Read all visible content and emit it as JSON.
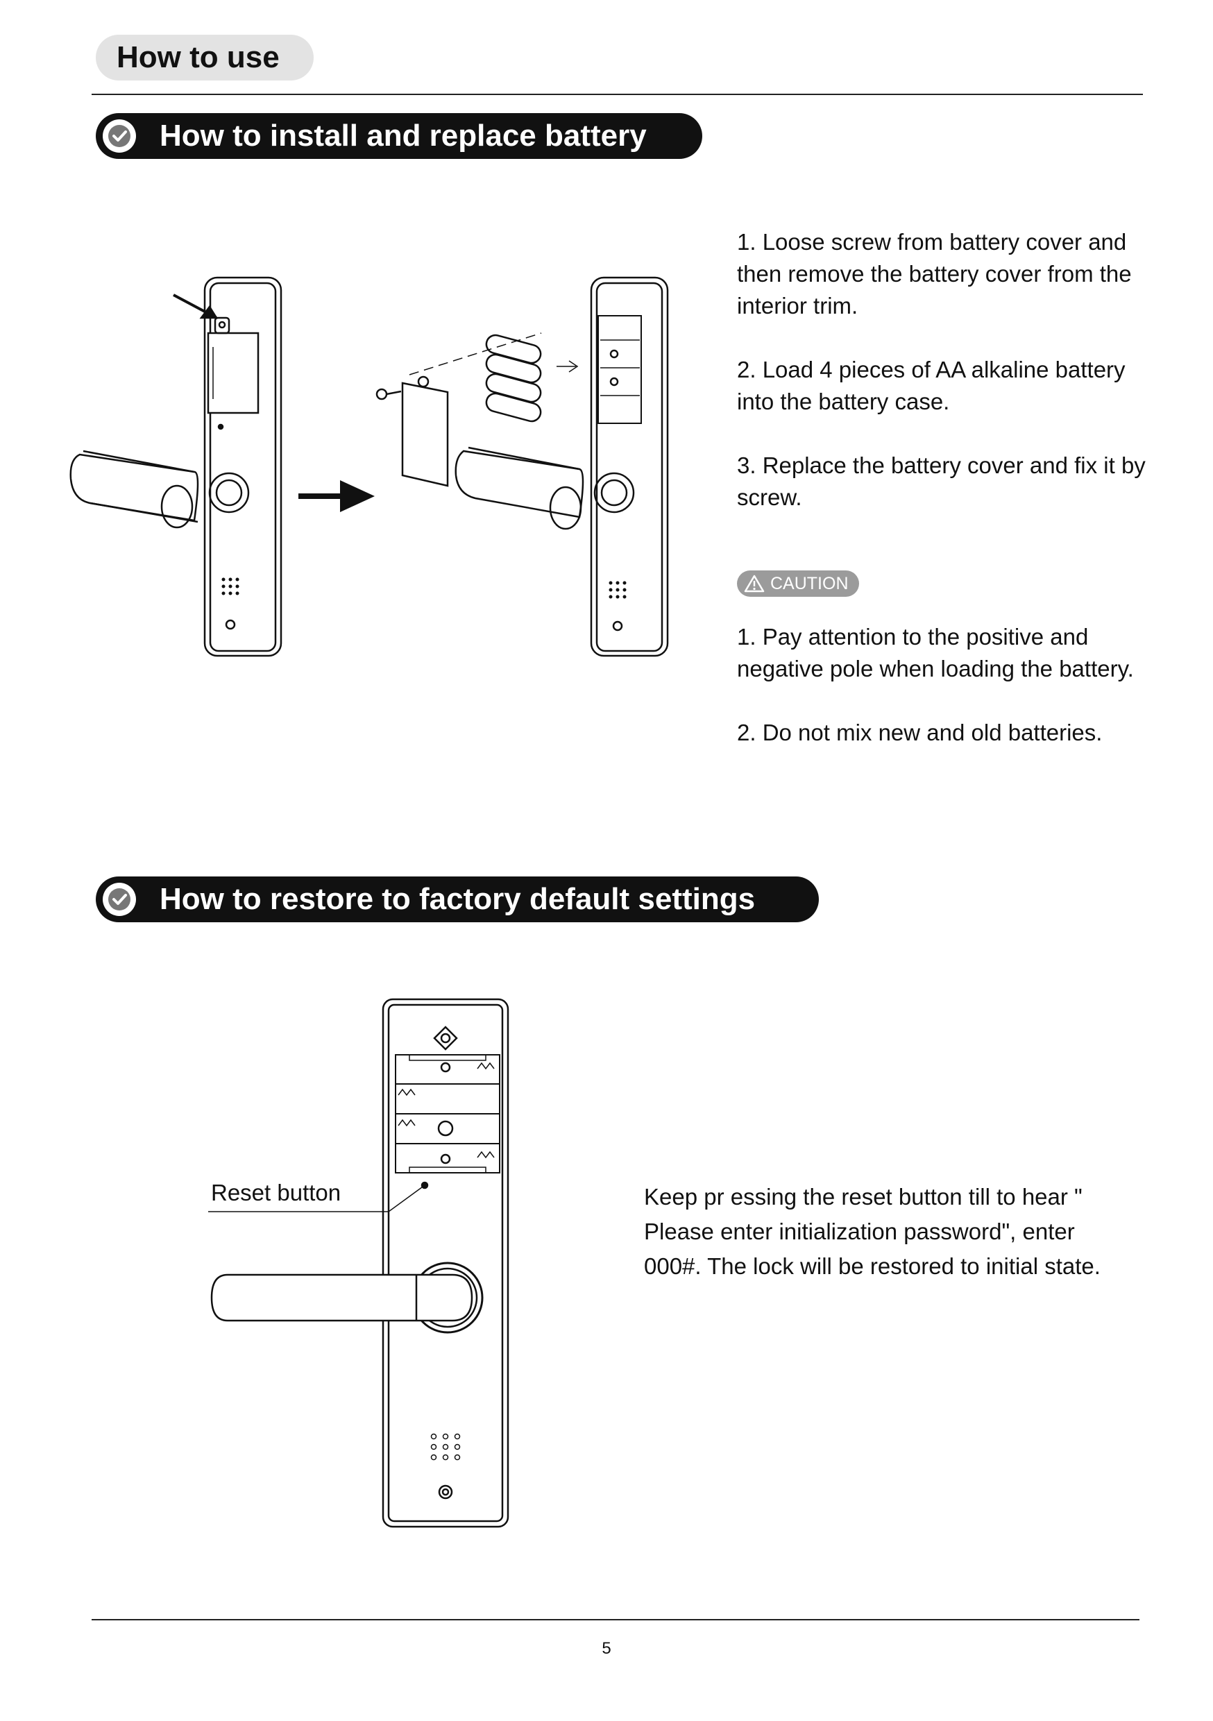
{
  "header": {
    "title": "How to use"
  },
  "sections": [
    {
      "title": "How to install and replace battery",
      "steps": [
        "1. Loose screw from battery cover and then remove the battery cover from the interior trim.",
        "2. Load 4 pieces of AA alkaline battery into the battery case.",
        "3. Replace the battery cover and fix it by screw."
      ],
      "caution": {
        "badge": "CAUTION",
        "items": [
          "1. Pay attention to the positive and negative pole when loading the battery.",
          "2. Do not mix new and old batteries."
        ]
      }
    },
    {
      "title": "How to restore to factory default settings",
      "callout_label": "Reset button",
      "instruction": "Keep pr  essing the reset button till to hear \" Please enter initialization password\", enter 000#. The lock will be restored to initial state."
    }
  ],
  "footer": {
    "page_number": "5"
  },
  "icons": {
    "section_marker": "check-circle-icon",
    "caution": "warning-triangle-icon"
  }
}
